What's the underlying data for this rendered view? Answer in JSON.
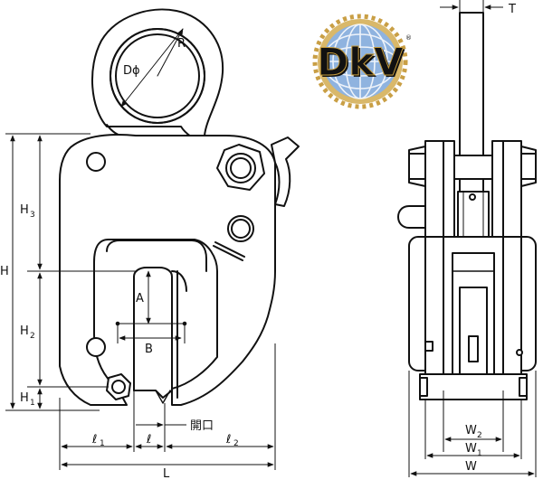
{
  "logo": {
    "text": "DkV",
    "registered": "®",
    "colors": {
      "globe": "#7fa7d8",
      "gear": "#d8b25a",
      "text": "#f3d27a",
      "shadow": "#6a88b5"
    }
  },
  "front_view": {
    "eye_labels": {
      "dphi": "Dϕ",
      "r": "R"
    },
    "heights": {
      "h": "H",
      "h1": "H",
      "h1_sub": "1",
      "h2": "H",
      "h2_sub": "2",
      "h3": "H",
      "h3_sub": "3"
    },
    "jaw": {
      "a": "A",
      "b": "B",
      "opening": "開口"
    },
    "widths": {
      "l1": "ℓ",
      "l1_sub": "1",
      "l": "ℓ",
      "l2": "ℓ",
      "l2_sub": "2",
      "L": "L"
    }
  },
  "side_view": {
    "t": "T",
    "w2": "W",
    "w2_sub": "2",
    "w1": "W",
    "w1_sub": "1",
    "w": "W"
  }
}
